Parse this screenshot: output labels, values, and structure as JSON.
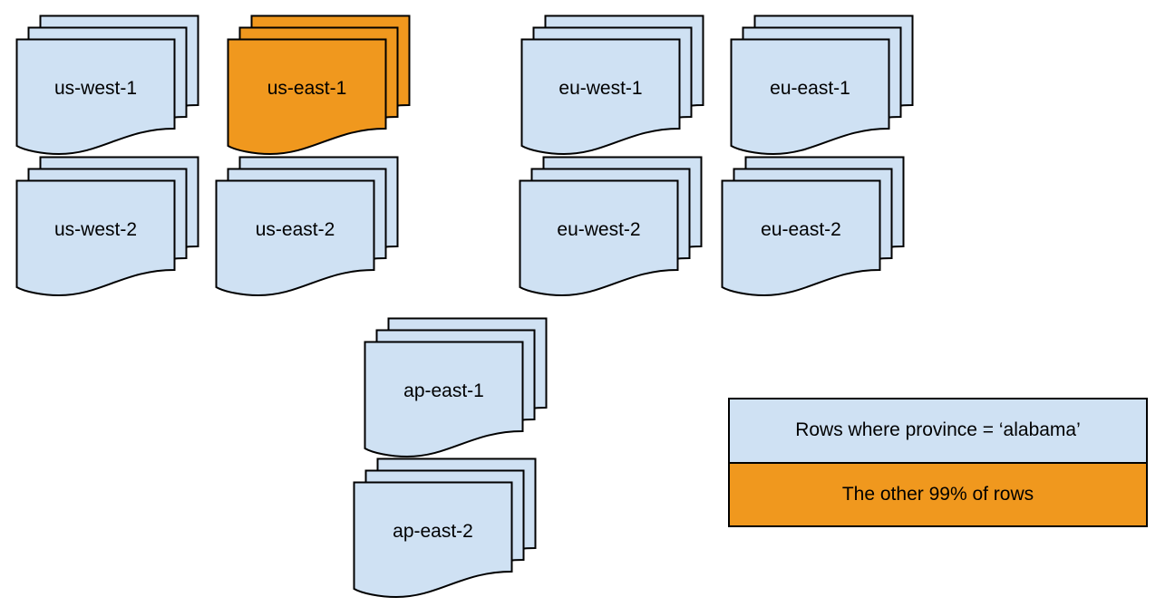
{
  "diagram": {
    "stacks": [
      {
        "id": "us-west-1",
        "label": "us-west-1",
        "fill": "blue"
      },
      {
        "id": "us-east-1",
        "label": "us-east-1",
        "fill": "orange"
      },
      {
        "id": "eu-west-1",
        "label": "eu-west-1",
        "fill": "blue"
      },
      {
        "id": "eu-east-1",
        "label": "eu-east-1",
        "fill": "blue"
      },
      {
        "id": "us-west-2",
        "label": "us-west-2",
        "fill": "blue"
      },
      {
        "id": "us-east-2",
        "label": "us-east-2",
        "fill": "blue"
      },
      {
        "id": "eu-west-2",
        "label": "eu-west-2",
        "fill": "blue"
      },
      {
        "id": "eu-east-2",
        "label": "eu-east-2",
        "fill": "blue"
      },
      {
        "id": "ap-east-1",
        "label": "ap-east-1",
        "fill": "blue"
      },
      {
        "id": "ap-east-2",
        "label": "ap-east-2",
        "fill": "blue"
      }
    ],
    "legend": {
      "rows": [
        {
          "text": "Rows where province = ‘alabama’",
          "fill": "blue"
        },
        {
          "text": "The other 99% of rows",
          "fill": "orange"
        }
      ]
    },
    "colors": {
      "page_fill": "#cfe1f3",
      "highlight_fill": "#f0981e",
      "outline": "#000000",
      "background": "#ffffff"
    }
  }
}
